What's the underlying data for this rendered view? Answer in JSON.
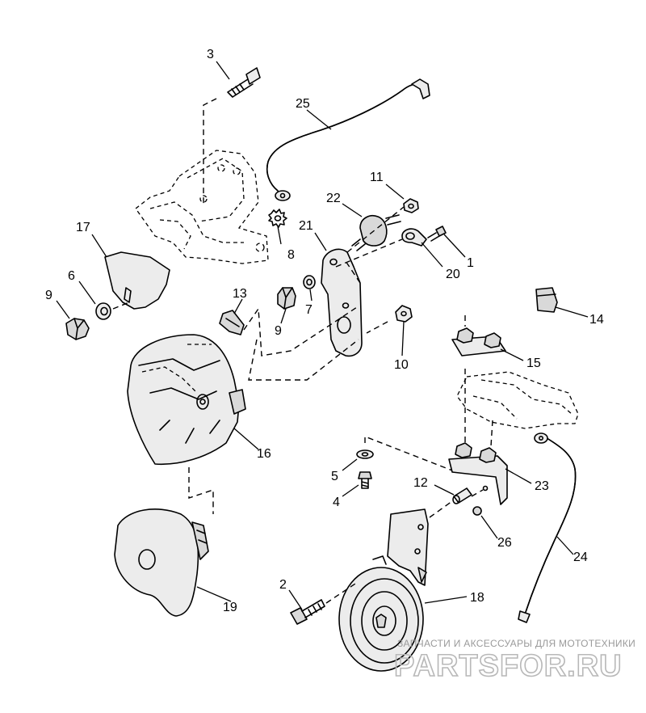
{
  "callouts": [
    {
      "id": "c1",
      "label": "1"
    },
    {
      "id": "c2",
      "label": "2"
    },
    {
      "id": "c3",
      "label": "3"
    },
    {
      "id": "c4",
      "label": "4"
    },
    {
      "id": "c5",
      "label": "5"
    },
    {
      "id": "c6",
      "label": "6"
    },
    {
      "id": "c7",
      "label": "7"
    },
    {
      "id": "c8",
      "label": "8"
    },
    {
      "id": "c9a",
      "label": "9"
    },
    {
      "id": "c9b",
      "label": "9"
    },
    {
      "id": "c10",
      "label": "10"
    },
    {
      "id": "c11",
      "label": "11"
    },
    {
      "id": "c12",
      "label": "12"
    },
    {
      "id": "c13",
      "label": "13"
    },
    {
      "id": "c14",
      "label": "14"
    },
    {
      "id": "c15",
      "label": "15"
    },
    {
      "id": "c16",
      "label": "16"
    },
    {
      "id": "c17",
      "label": "17"
    },
    {
      "id": "c18",
      "label": "18"
    },
    {
      "id": "c19",
      "label": "19"
    },
    {
      "id": "c20",
      "label": "20"
    },
    {
      "id": "c21",
      "label": "21"
    },
    {
      "id": "c22",
      "label": "22"
    },
    {
      "id": "c23",
      "label": "23"
    },
    {
      "id": "c24",
      "label": "24"
    },
    {
      "id": "c25",
      "label": "25"
    },
    {
      "id": "c26",
      "label": "26"
    }
  ],
  "watermark": {
    "tagline": "ЗАПЧАСТИ И АКСЕССУАРЫ ДЛЯ МОТОТЕХНИКИ",
    "logo": "PARTSFOR.RU"
  }
}
